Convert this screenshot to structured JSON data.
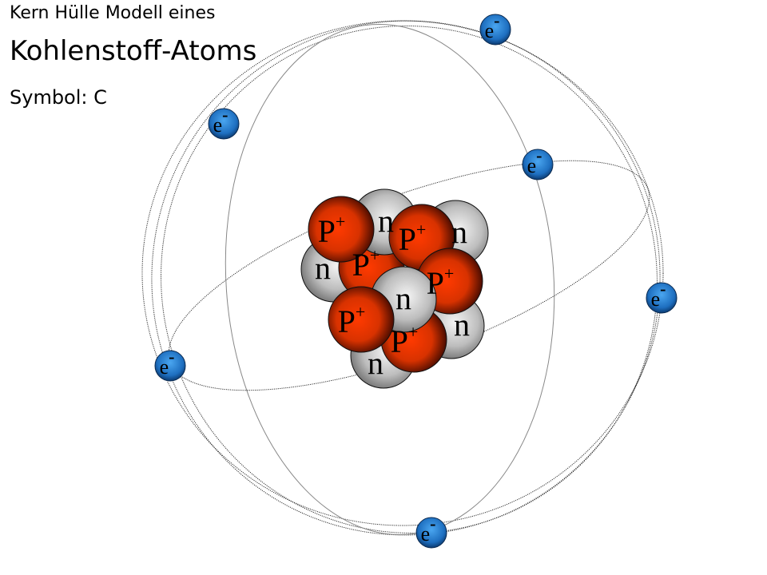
{
  "title": {
    "line1": "Kern Hülle Modell eines",
    "line2": "Kohlenstoff-Atoms",
    "line3": "Symbol: C"
  },
  "labels": {
    "proton": "P",
    "proton_charge": "+",
    "neutron": "n",
    "electron": "e",
    "electron_charge": "-"
  },
  "counts": {
    "protons": 6,
    "neutrons": 6,
    "electrons": 6
  },
  "colors": {
    "proton": "#e63a0a",
    "neutron": "#c8c8c8",
    "electron": "#1e78c8"
  }
}
